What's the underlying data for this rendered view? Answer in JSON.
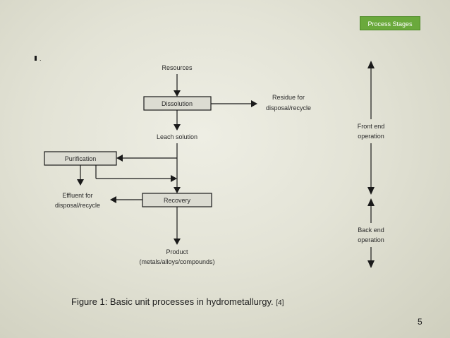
{
  "header": {
    "badge_label": "Process Stages"
  },
  "diagram": {
    "marker": ".",
    "resources": "Resources",
    "dissolution": "Dissolution",
    "residue_line1": "Residue for",
    "residue_line2": "disposal/recycle",
    "leach_solution": "Leach solution",
    "purification": "Purification",
    "effluent_line1": "Effluent for",
    "effluent_line2": "disposal/recycle",
    "recovery": "Recovery",
    "product_line1": "Product",
    "product_line2": "(metals/alloys/compounds)",
    "front_end_line1": "Front end",
    "front_end_line2": "operation",
    "back_end_line1": "Back end",
    "back_end_line2": "operation"
  },
  "caption": {
    "text": "Figure 1: Basic unit processes in hydrometallurgy.",
    "ref": "[4]"
  },
  "slide_number": "5"
}
